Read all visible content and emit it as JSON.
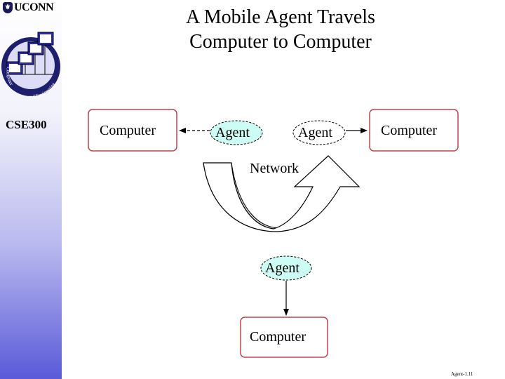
{
  "header": {
    "logo_text": "UCONN",
    "title_line1": "A Mobile Agent Travels",
    "title_line2": "Computer to Computer"
  },
  "sidebar": {
    "course_code": "CSE300",
    "seal_arc_left": "Computer",
    "seal_arc_right": "and Engineering",
    "background_colors": [
      "#ffffff",
      "#5a5ad8"
    ]
  },
  "diagram": {
    "computer_left": "Computer",
    "agent_left": "Agent",
    "agent_right": "Agent",
    "computer_right": "Computer",
    "network_label": "Network",
    "agent_bottom": "Agent",
    "computer_bottom": "Computer",
    "colors": {
      "computer_border": "#c0404a",
      "agent_fill": "#ccfcf4",
      "network_arrow_fill": "#d8d8d8"
    }
  },
  "footer": {
    "slide_number": "Agent-1.11"
  }
}
